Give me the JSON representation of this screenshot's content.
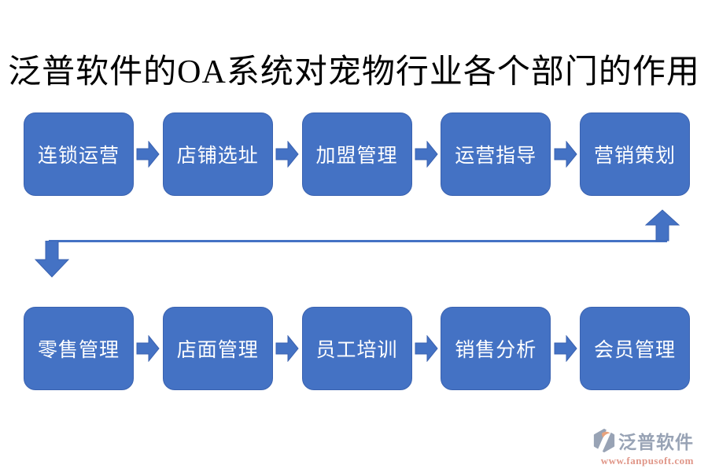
{
  "title": "泛普软件的OA系统对宠物行业各个部门的作用",
  "rows": [
    {
      "id": "row-1",
      "boxes": [
        "连锁运营",
        "店铺选址",
        "加盟管理",
        "运营指导",
        "营销策划"
      ]
    },
    {
      "id": "row-2",
      "boxes": [
        "零售管理",
        "店面管理",
        "员工培训",
        "销售分析",
        "会员管理"
      ]
    }
  ],
  "connector": {
    "left_end": "block-arrow-down",
    "right_end": "block-arrow-up"
  },
  "icons": {
    "between_boxes": "block-arrow-right",
    "brand": "fanpu-logo"
  },
  "logo": {
    "brand": "泛普软件",
    "url": "www.fanpusoft.com"
  },
  "colors": {
    "background": "#FFFFFF",
    "title": "#000000",
    "box_fill": "#4472C4",
    "box_border": "#3A62B0",
    "box_text": "#FFFFFF",
    "connector": "#4472C4",
    "logo_brand": "#98A3B5",
    "logo_url": "#E09688",
    "logo_accent": "#E8A27C"
  }
}
